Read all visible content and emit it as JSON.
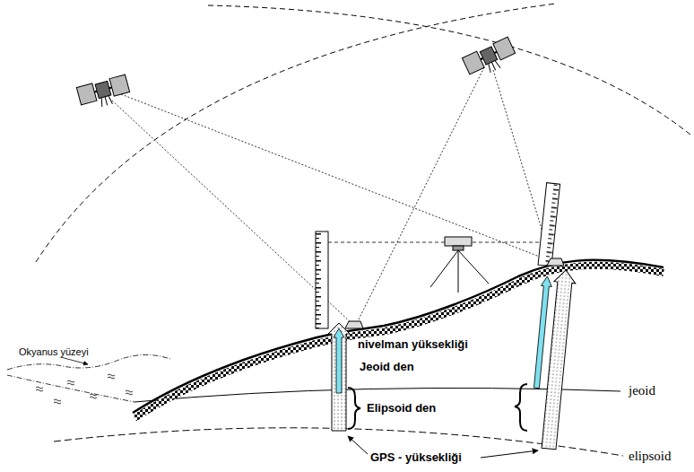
{
  "diagram": {
    "labels": [
      "Okyanus yüzeyi",
      "nivelman yüksekliği",
      "Jeoid den",
      "jeoid",
      "Elipsoid den",
      "elipsoid",
      "GPS - yüksekliği"
    ]
  }
}
